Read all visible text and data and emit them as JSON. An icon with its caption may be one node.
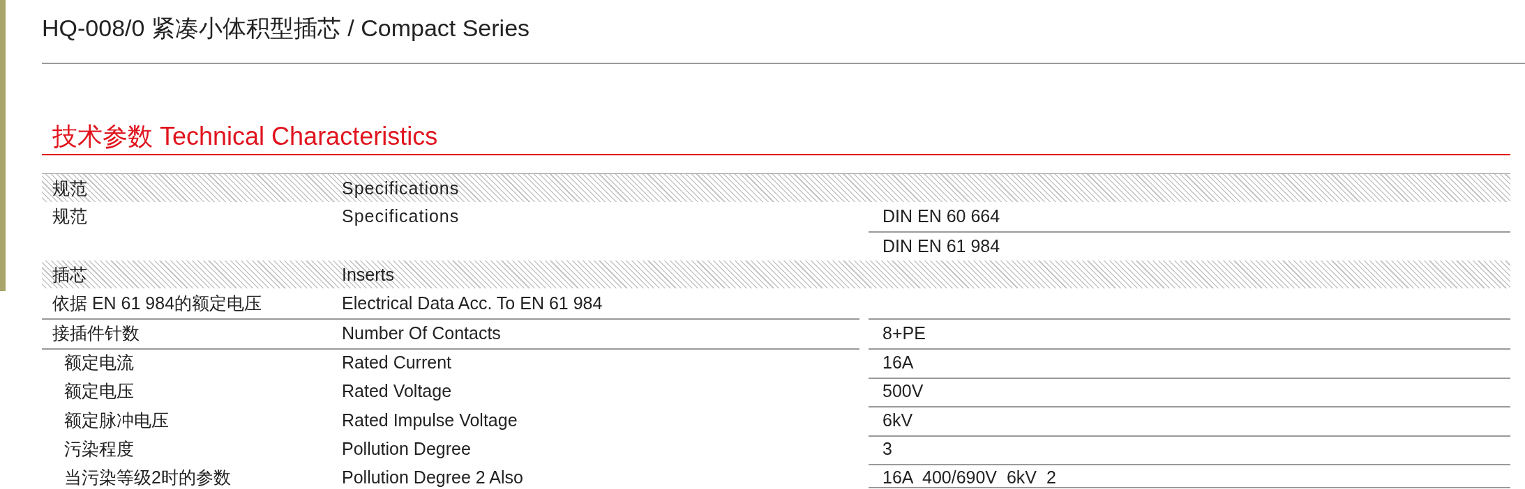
{
  "diagram": {
    "title": "HQ-008/0 紧凑小体积型插芯 / Compact Series",
    "labels": [
      "技术参数 Technical Characteristics",
      "规范",
      "Specifications",
      "规范",
      "Specifications",
      "DIN EN 60 664",
      "DIN EN 61 984",
      "插芯",
      "Inserts",
      "依据 EN 61 984的额定电压",
      "Electrical Data Acc. To EN 61 984",
      "接插件针数",
      "Number Of Contacts",
      "8+PE",
      "额定电流",
      "Rated Current",
      "16A",
      "额定电压",
      "Rated Voltage",
      "500V",
      "额定脉冲电压",
      "Rated Impulse Voltage",
      "6kV",
      "污染程度",
      "Pollution Degree",
      "3",
      "当污染等级2时的参数",
      "Pollution Degree 2 Also",
      "16A  400/690V  6kV  2"
    ]
  }
}
